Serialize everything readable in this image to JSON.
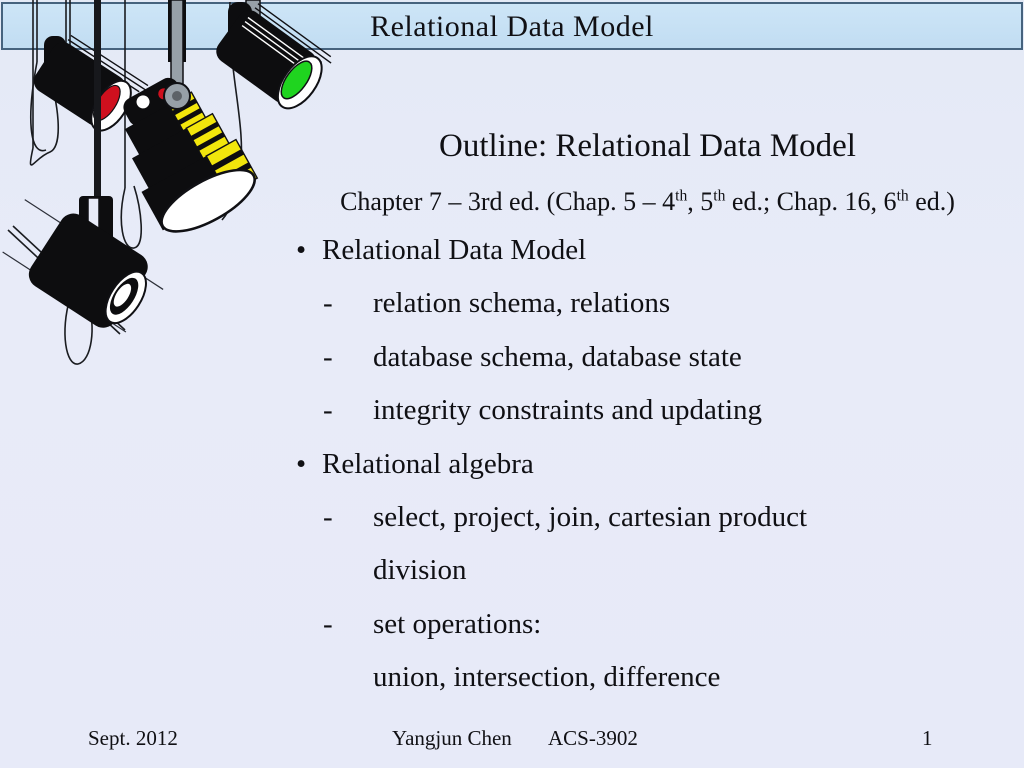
{
  "titlebar": {
    "title": "Relational Data Model"
  },
  "content": {
    "heading": "Outline: Relational Data Model",
    "subheading_parts": [
      {
        "text": "Chapter 7 – 3rd ed. (Chap. 5 – 4"
      },
      {
        "sup": "th"
      },
      {
        "text": ", 5"
      },
      {
        "sup": "th"
      },
      {
        "text": " ed.; Chap. 16, 6"
      },
      {
        "sup": "th"
      },
      {
        "text": " ed.)"
      }
    ],
    "list": [
      {
        "level": 1,
        "marker": "•",
        "text": "Relational Data Model"
      },
      {
        "level": 2,
        "marker": "-",
        "text": "relation schema, relations"
      },
      {
        "level": 2,
        "marker": "-",
        "text": "database schema, database state"
      },
      {
        "level": 2,
        "marker": "-",
        "text": "integrity constraints and updating"
      },
      {
        "level": 1,
        "marker": "•",
        "text": "Relational algebra"
      },
      {
        "level": 2,
        "marker": "-",
        "text": "select, project, join, cartesian product"
      },
      {
        "level": 2,
        "marker": "",
        "text": "division"
      },
      {
        "level": 2,
        "marker": "-",
        "text": "set operations:"
      },
      {
        "level": 2,
        "marker": "",
        "text": "union, intersection, difference"
      }
    ]
  },
  "footer": {
    "date": "Sept. 2012",
    "author": "Yangjun Chen",
    "course": "ACS-3902",
    "page_number": "1"
  },
  "clipart": {
    "name": "stage-spotlights-icon"
  },
  "colors": {
    "body_bg": "#e8ebf8",
    "bar_bg": "#c1ddf2",
    "bar_border": "#46637e",
    "ink": "#101014",
    "lamp_black": "#0d0d0f",
    "metal_gray": "#97a0a8",
    "wire": "#1a1c20",
    "lens_red": "#cf101e",
    "lens_green": "#1fd41f",
    "stripe_yellow": "#f2e60c"
  }
}
